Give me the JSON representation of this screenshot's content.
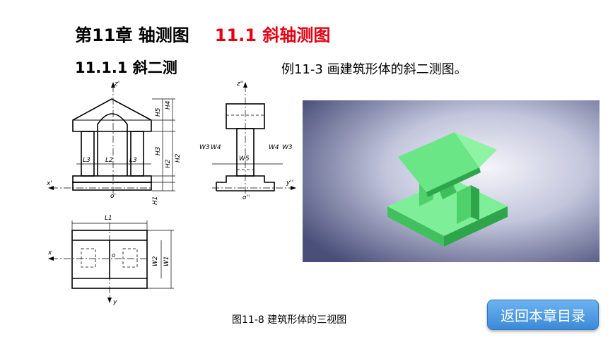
{
  "header": {
    "chapter_title": "第11章  轴测图",
    "section_title": "11.1  斜轴测图"
  },
  "subsection": "11.1.1  斜二测",
  "example": "例11-3  画建筑形体的斜二测图。",
  "drawing_labels": {
    "z_front": "z'",
    "x_front": "x'",
    "o_front": "o'",
    "z_side": "z''",
    "y_side": "y''",
    "o_side": "o''",
    "x_top": "x",
    "y_top": "y",
    "o_top": "o",
    "L1": "L1",
    "L2": "L2",
    "L3": "L3",
    "H1": "H1",
    "H2": "H2",
    "H3": "H3",
    "H4": "H4",
    "H5": "H5",
    "W1": "W1",
    "W2": "W2",
    "W3": "W3",
    "W4": "W4",
    "W5": "W5"
  },
  "caption": "图11-8 建筑形体的三视图",
  "back_button": "返回本章目录",
  "colors": {
    "accent_red": "#e60012",
    "model_green": "#5fe07a",
    "button_blue": "#3b8ad8"
  }
}
